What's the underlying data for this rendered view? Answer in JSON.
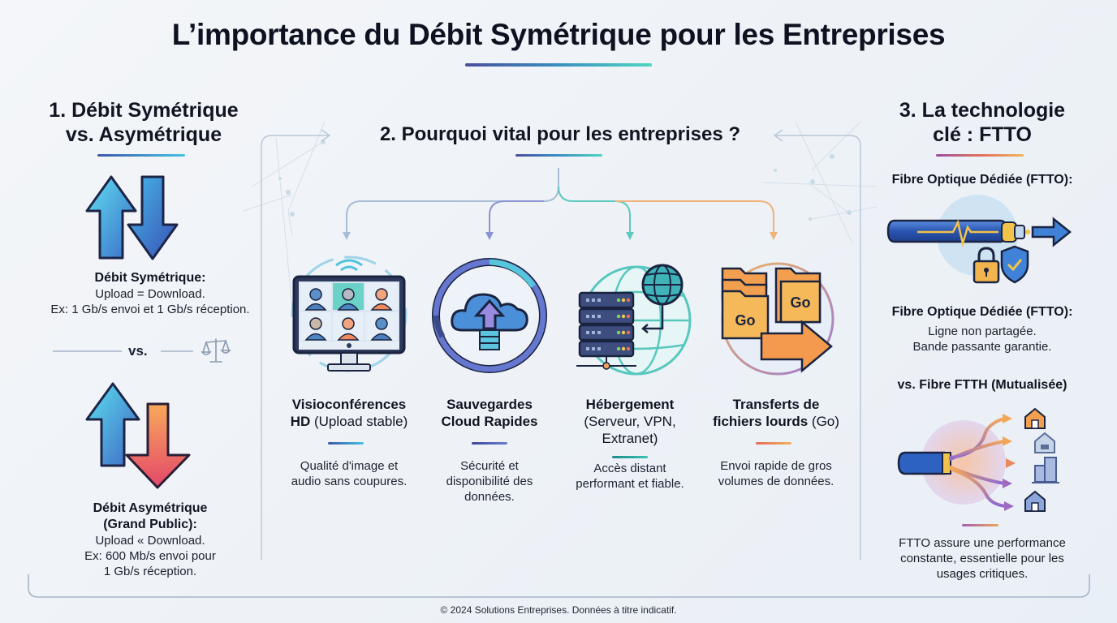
{
  "title": "L’importance du Débit Symétrique pour les Entreprises",
  "section1": {
    "title_line1": "1. Débit Symétrique",
    "title_line2": "vs. Asymétrique",
    "symmetric": {
      "label": "Débit Symétrique:",
      "line1": "Upload = Download.",
      "line2": "Ex: 1 Gb/s envoi et 1 Gb/s réception."
    },
    "vs_label": "vs.",
    "asymmetric": {
      "label_line1": "Débit Asymétrique",
      "label_line2": "(Grand Public):",
      "line1": "Upload « Download.",
      "line2": "Ex: 600 Mb/s envoi pour",
      "line3": "1 Gb/s réception."
    }
  },
  "section2": {
    "title": "2. Pourquoi vital pour les entreprises ?",
    "cards": [
      {
        "title_bold": "Visioconférences",
        "title_bold2": "HD",
        "title_normal": " (Upload stable)",
        "desc_line1": "Qualité d'image et",
        "desc_line2": "audio sans coupures.",
        "icon": "video-conference-icon",
        "color": "#a9bdd6"
      },
      {
        "title_bold": "Sauvegardes",
        "title_bold2": "Cloud Rapides",
        "desc_line1": "Sécurité et",
        "desc_line2": "disponibilité des",
        "desc_line3": "données.",
        "icon": "cloud-backup-icon",
        "color": "#8a93d3"
      },
      {
        "title_bold": "Hébergement",
        "title_normal1": "(Serveur, VPN,",
        "title_normal2": "Extranet)",
        "desc_line1": "Accès distant",
        "desc_line2": "performant et fiable.",
        "icon": "server-hosting-icon",
        "color": "#5cc9bd"
      },
      {
        "title_bold": "Transferts de",
        "title_bold2": "fichiers lourds",
        "title_normal": " (Go)",
        "desc_line1": "Envoi rapide de gros",
        "desc_line2": "volumes de données.",
        "icon": "file-transfer-icon",
        "color": "#f0b27a",
        "folder_label": "Go"
      }
    ]
  },
  "section3": {
    "title_line1": "3. La technologie",
    "title_line2": "clé : FTTO",
    "ftto_heading": "Fibre Optique Dédiée (FTTO):",
    "ftto_heading2": "Fibre Optique Dédiée (FTTO):",
    "ftto_line1": "Ligne non partagée.",
    "ftto_line2": "Bande passante garantie.",
    "ftth_heading": "vs. Fibre FTTH (Mutualisée)",
    "conclusion_line1": "FTTO assure une performance",
    "conclusion_line2": "constante, essentielle pour les",
    "conclusion_line3": "usages critiques."
  },
  "footer": "© 2024 Solutions Entreprises. Données à titre indicatif.",
  "colors": {
    "title_text": "#0e1220",
    "accent_blue": "#3a8fc2",
    "accent_teal": "#4fd6c0",
    "accent_orange": "#f0a35b",
    "accent_purple": "#9b4fa0",
    "frame_line": "#b7c6d8"
  }
}
